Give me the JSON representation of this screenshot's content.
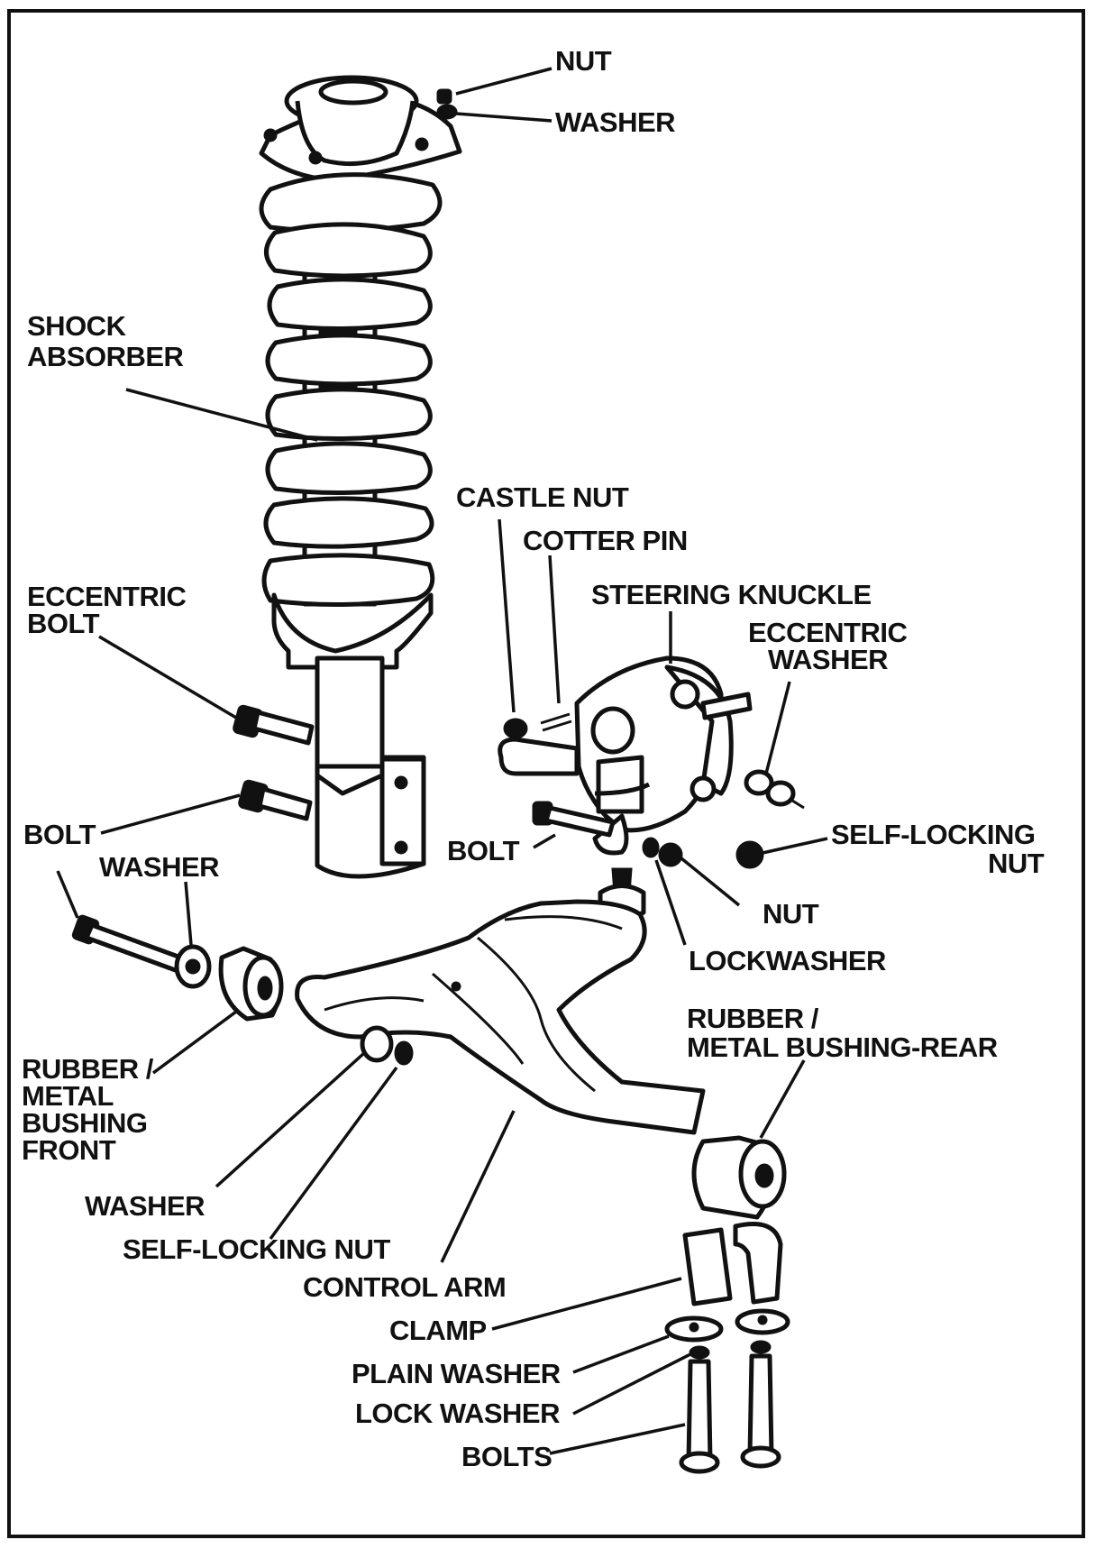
{
  "labels": {
    "nut_top": "NUT",
    "washer_top": "WASHER",
    "shock_line1": "SHOCK",
    "shock_line2": "ABSORBER",
    "castle_nut": "CASTLE NUT",
    "cotter_pin": "COTTER PIN",
    "steering_knuckle": "STEERING KNUCKLE",
    "eccentric_washer_line1": "ECCENTRIC",
    "eccentric_washer_line2": "WASHER",
    "eccentric_bolt_line1": "ECCENTRIC",
    "eccentric_bolt_line2": "BOLT",
    "bolt_left": "BOLT",
    "washer_left": "WASHER",
    "bolt_knuckle": "BOLT",
    "self_locking_nut_right_line1": "SELF-LOCKING",
    "self_locking_nut_right_line2": "NUT",
    "nut_mid": "NUT",
    "lockwasher": "LOCKWASHER",
    "bushing_rear_line1": "RUBBER /",
    "bushing_rear_line2": "METAL BUSHING-REAR",
    "bushing_front_line1": "RUBBER /",
    "bushing_front_line2": "METAL",
    "bushing_front_line3": "BUSHING",
    "bushing_front_line4": "FRONT",
    "washer_bottom": "WASHER",
    "self_locking_nut_bottom": "SELF-LOCKING NUT",
    "control_arm": "CONTROL ARM",
    "clamp": "CLAMP",
    "plain_washer": "PLAIN WASHER",
    "lock_washer": "LOCK WASHER",
    "bolts": "BOLTS"
  }
}
